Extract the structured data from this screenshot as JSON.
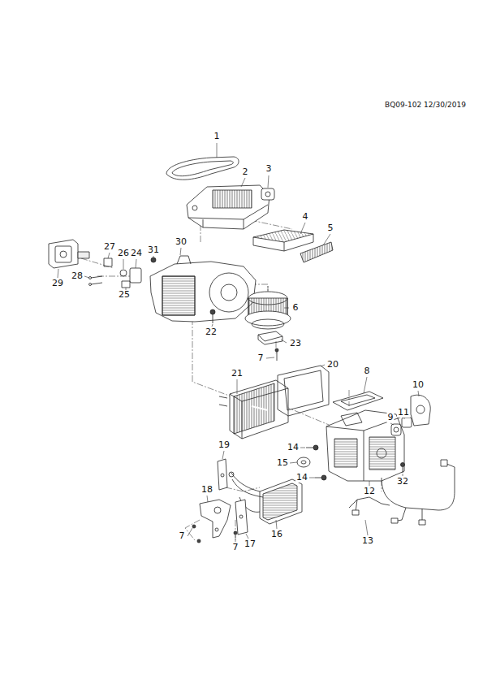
{
  "diagram": {
    "labels": [
      "BQ09-102 12/30/2019",
      "1",
      "2",
      "3",
      "4",
      "5",
      "27",
      "26",
      "24",
      "31",
      "30",
      "28",
      "25",
      "29",
      "6",
      "22",
      "23",
      "7",
      "20",
      "21",
      "8",
      "10",
      "11",
      "9",
      "19",
      "14",
      "15",
      "14",
      "32",
      "18",
      "12",
      "16",
      "7",
      "7",
      "17",
      "13"
    ]
  }
}
